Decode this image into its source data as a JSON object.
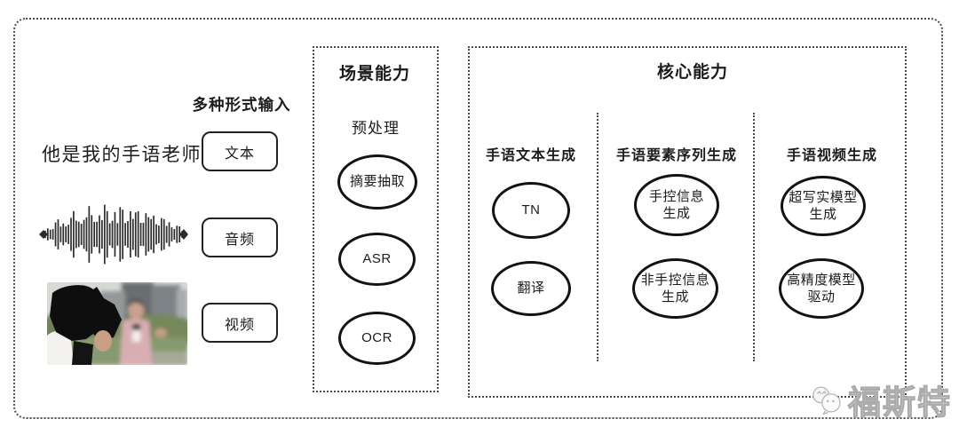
{
  "input": {
    "heading": "多种形式输入",
    "sample_sentence": "他是我的手语老师",
    "types": [
      {
        "label": "文本"
      },
      {
        "label": "音频"
      },
      {
        "label": "视频"
      }
    ]
  },
  "scene": {
    "title": "场景能力",
    "stage_label": "预处理",
    "nodes": [
      {
        "label": "摘要抽取"
      },
      {
        "label": "ASR"
      },
      {
        "label": "OCR"
      }
    ]
  },
  "core": {
    "title": "核心能力",
    "columns": [
      {
        "header": "手语文本生成",
        "nodes": [
          {
            "label": "TN"
          },
          {
            "label": "翻译"
          }
        ]
      },
      {
        "header": "手语要素序列生成",
        "nodes": [
          {
            "label": "手控信息\n生成"
          },
          {
            "label": "非手控信息\n生成"
          }
        ]
      },
      {
        "header": "手语视频生成",
        "nodes": [
          {
            "label": "超写实模型\n生成"
          },
          {
            "label": "高精度模型\n驱动"
          }
        ]
      }
    ]
  },
  "watermark": {
    "brand": "福斯特"
  },
  "colors": {
    "line": "#4c4c4c",
    "ink": "#1c1c1c",
    "watermark_gray": "#ababab"
  }
}
